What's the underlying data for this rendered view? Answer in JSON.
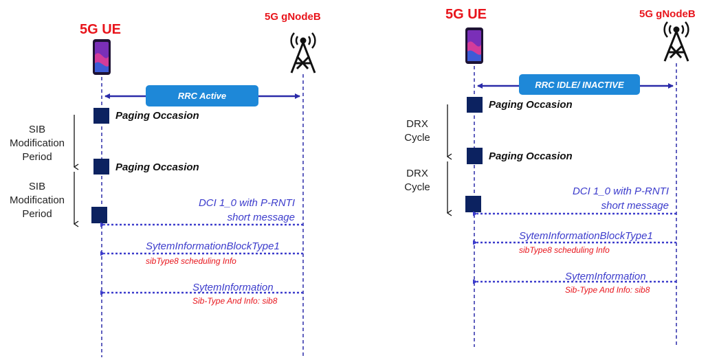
{
  "left": {
    "ue_label": "5G UE",
    "gnb_label": "5G gNodeB",
    "state_label": "RRC Active",
    "paging_1": "Paging Occasion",
    "paging_2": "Paging Occasion",
    "period_1": "SIB Modification Period",
    "period_2": "SIB Modification Period",
    "dci_line1": "DCI 1_0 with P-RNTI",
    "dci_line2": "short message",
    "sib1_title": "SytemInformationBlockType1",
    "sib1_sub": "sibType8 scheduling Info",
    "si_title": "SytemInformation",
    "si_sub": "Sib-Type And Info: sib8"
  },
  "right": {
    "ue_label": "5G UE",
    "gnb_label": "5G gNodeB",
    "state_label": "RRC IDLE/ INACTIVE",
    "paging_1": "Paging Occasion",
    "paging_2": "Paging Occasion",
    "cycle_1": "DRX Cycle",
    "cycle_2": "DRX Cycle",
    "dci_line1": "DCI 1_0 with P-RNTI",
    "dci_line2": "short message",
    "sib1_title": "SytemInformationBlockType1",
    "sib1_sub": "sibType8 scheduling Info",
    "si_title": "SytemInformation",
    "si_sub": "Sib-Type And Info: sib8"
  },
  "colors": {
    "title_red": "#e8141b",
    "lifeline_blue": "#2a2aa8",
    "pill_blue": "#1e88d8",
    "block_navy": "#0c2260",
    "message_blue": "#3c3ccc"
  },
  "icons": [
    "smartphone-icon",
    "cell-tower-icon"
  ]
}
